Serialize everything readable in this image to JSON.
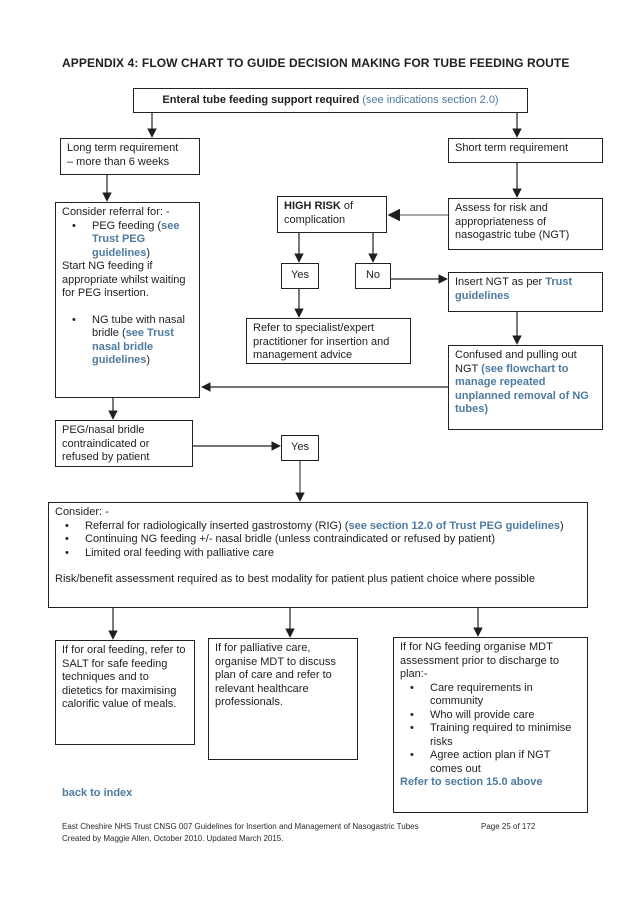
{
  "page": {
    "title": "APPENDIX 4: FLOW CHART TO GUIDE DECISION MAKING FOR TUBE FEEDING ROUTE",
    "back_link": "back to index",
    "footer_line1": "East Cheshire NHS Trust CNSG 007 Guidelines for Insertion and Management of Nasogastric Tubes",
    "footer_page": "Page 25 of 172",
    "footer_line2": "Created by Maggie Allen,  October 2010. Updated March 2015."
  },
  "colors": {
    "link_blue": "#4d7a9e",
    "text": "#1f1f1f",
    "border": "#222222"
  },
  "glyphs": {
    "bullet": "•"
  },
  "nodes": {
    "enteral": {
      "bold": "Enteral tube feeding support required",
      "link": " (see indications section 2.0)"
    },
    "long_term": {
      "line1": "Long term requirement",
      "line2": "– more than 6 weeks"
    },
    "short_term": {
      "text": "Short term requirement"
    },
    "consider_referral": {
      "heading": "Consider referral for: -",
      "bullet1_pre": "PEG feeding (",
      "bullet1_link": "see Trust PEG guidelines",
      "bullet1_post": ")",
      "para": "Start NG feeding if appropriate whilst waiting for PEG insertion.",
      "bullet2_pre": "NG tube with nasal bridle (",
      "bullet2_link": "see Trust nasal bridle guidelines",
      "bullet2_post": ")"
    },
    "high_risk": {
      "bold": "HIGH RISK",
      "rest": " of complication"
    },
    "assess": {
      "text": "Assess for risk and appropriateness of nasogastric tube (NGT)"
    },
    "yes1": {
      "text": "Yes"
    },
    "no1": {
      "text": "No"
    },
    "insert_ngt": {
      "pre": "Insert NGT as per ",
      "link": "Trust guidelines"
    },
    "refer_specialist": {
      "text": "Refer to specialist/expert practitioner for insertion and management advice"
    },
    "confused": {
      "pre": "Confused and pulling out NGT ",
      "link": "(see flowchart to manage repeated unplanned removal of NG tubes)"
    },
    "peg_contra": {
      "text": "PEG/nasal bridle contraindicated or refused by patient"
    },
    "yes2": {
      "text": "Yes"
    },
    "consider_big": {
      "heading": "Consider: -",
      "bullet1_pre": "Referral for radiologically inserted gastrostomy (RIG) (",
      "bullet1_link": "see section 12.0 of Trust PEG guidelines",
      "bullet1_post": ")",
      "bullet2": "Continuing NG feeding +/- nasal bridle (unless contraindicated or refused by patient)",
      "bullet3": "Limited oral feeding with palliative care",
      "note": "Risk/benefit assessment required as to best modality for patient plus patient choice where possible"
    },
    "oral": {
      "text": "If for oral feeding, refer to SALT for safe feeding techniques and to dietetics for maximising calorific value of meals."
    },
    "palliative": {
      "text": "If for palliative care, organise MDT to discuss plan of care and refer to relevant healthcare professionals."
    },
    "ng_feeding": {
      "intro": "If for NG feeding organise MDT assessment prior to discharge to plan:-",
      "bullets": [
        "Care requirements in community",
        "Who will provide care",
        "Training required to minimise risks",
        "Agree action plan if NGT comes out"
      ],
      "link": "Refer to section 15.0 above"
    }
  }
}
